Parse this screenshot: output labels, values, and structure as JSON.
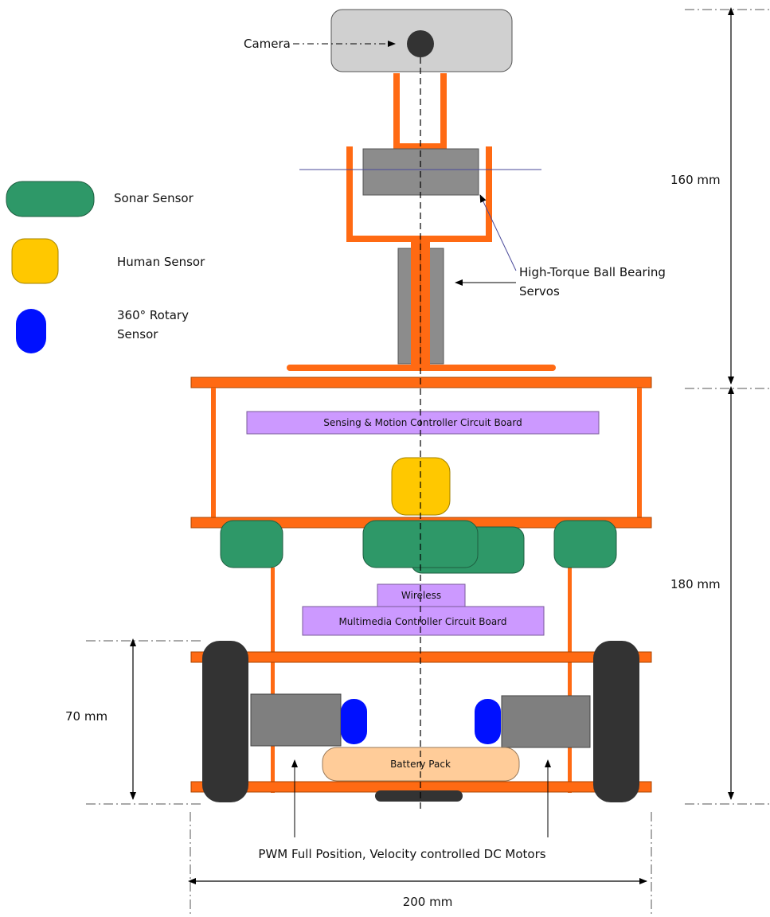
{
  "labels": {
    "camera": "Camera",
    "servos_line1": "High-Torque Ball Bearing",
    "servos_line2": "Servos",
    "sensing_board": "Sensing & Motion Controller Circuit Board",
    "wireless": "Wireless",
    "multimedia_board": "Multimedia Controller Circuit Board",
    "battery": "Battery Pack",
    "motors": "PWM Full Position, Velocity controlled DC Motors"
  },
  "legend": {
    "sonar": "Sonar Sensor",
    "human": "Human Sensor",
    "rotary_line1": "360° Rotary",
    "rotary_line2": "Sensor"
  },
  "dimensions": {
    "upper": "160 mm",
    "lower": "180 mm",
    "base": "70 mm",
    "width": "200 mm"
  },
  "colors": {
    "frame": "#ff6a13",
    "sonar": "#2e9868",
    "human": "#ffc800",
    "rotary": "#0010ff",
    "board": "#cc99ff",
    "battery": "#ffcc99",
    "servo_grey": "#8c8c8c",
    "motor_grey": "#7f7f7f",
    "camera_body": "#d0d0d0",
    "wheel": "#333333"
  }
}
